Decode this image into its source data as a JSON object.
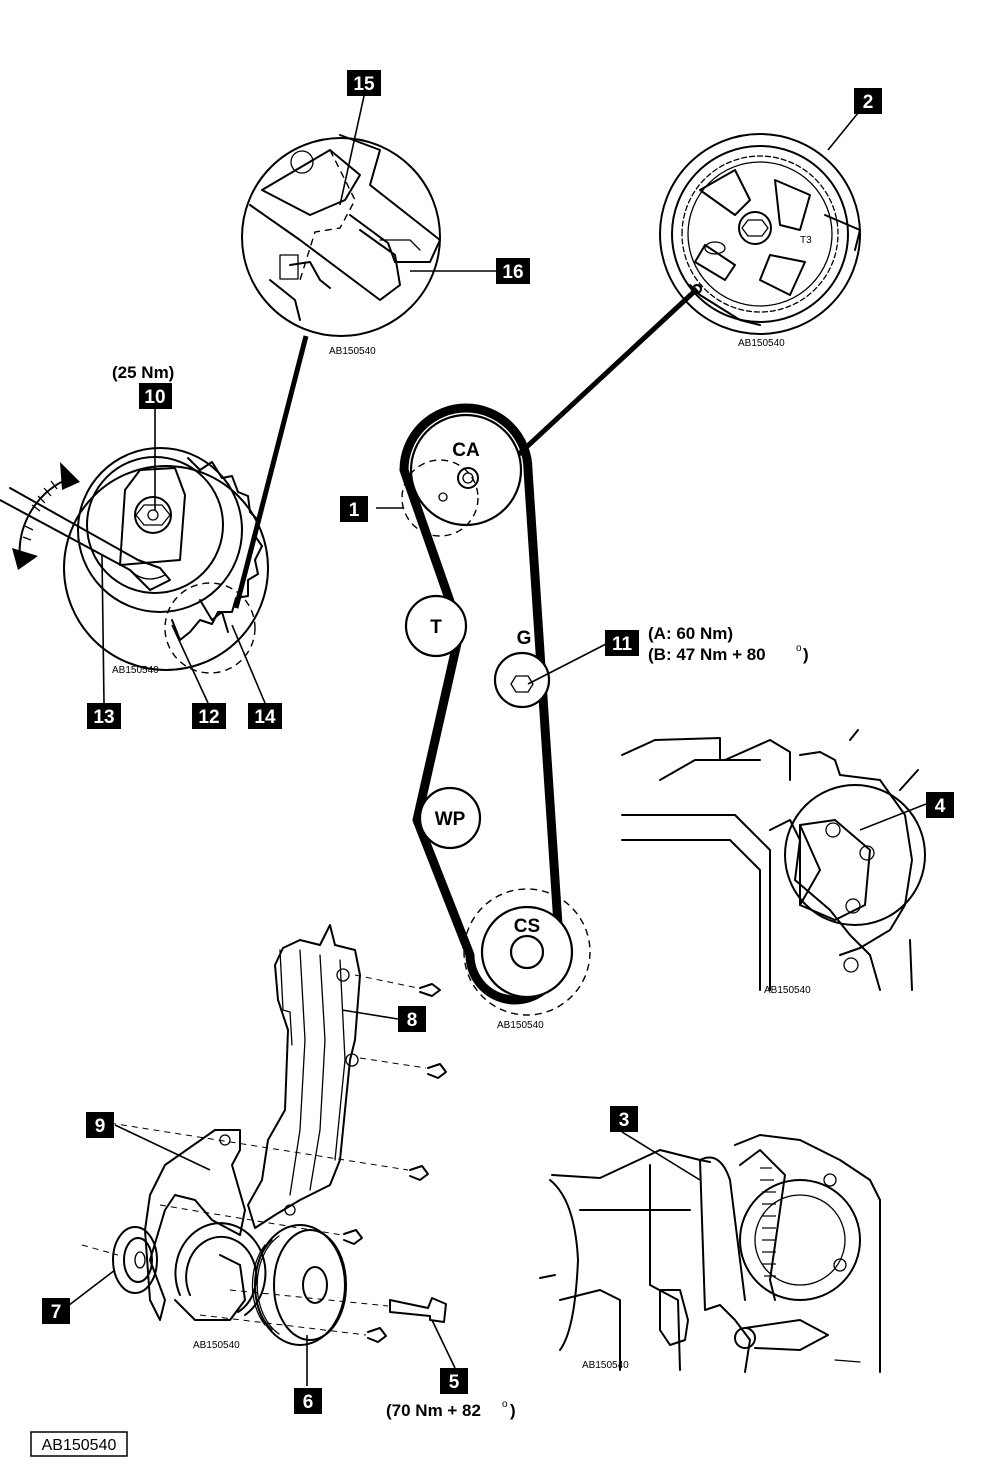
{
  "image_ref": "AB150540",
  "callouts": {
    "c1": "1",
    "c2": "2",
    "c3": "3",
    "c4": "4",
    "c5": "5",
    "c6": "6",
    "c7": "7",
    "c8": "8",
    "c9": "9",
    "c10": "10",
    "c11": "11",
    "c12": "12",
    "c13": "13",
    "c14": "14",
    "c15": "15",
    "c16": "16"
  },
  "pulleys": {
    "camshaft": "CA",
    "tensioner": "T",
    "guide": "G",
    "water_pump": "WP",
    "crankshaft": "CS"
  },
  "torques": {
    "tensioner_bolt": "(25 Nm)",
    "guide_a": "(A: 60 Nm)",
    "guide_b": "(B: 47 Nm + 80",
    "guide_b_tail": ")",
    "crank_bolt": "(70 Nm + 82",
    "crank_bolt_tail": ")",
    "degree_mark": "o"
  },
  "cam_mark": "T3"
}
